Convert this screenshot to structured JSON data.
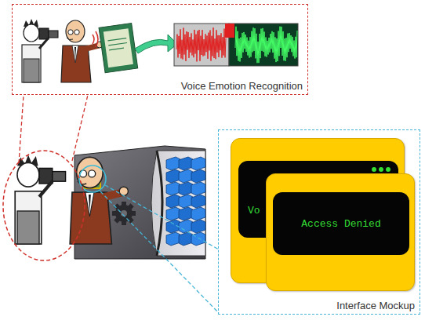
{
  "diagram": {
    "nodes": [
      {
        "text": [
          "Voice Emotion Recognition"
        ]
      },
      {
        "text": [
          "Interface Mockup"
        ]
      },
      {
        "text": [
          "Vo"
        ],
        "in": 1
      },
      {
        "text": [
          "Access Denied"
        ],
        "in": 1
      }
    ]
  }
}
